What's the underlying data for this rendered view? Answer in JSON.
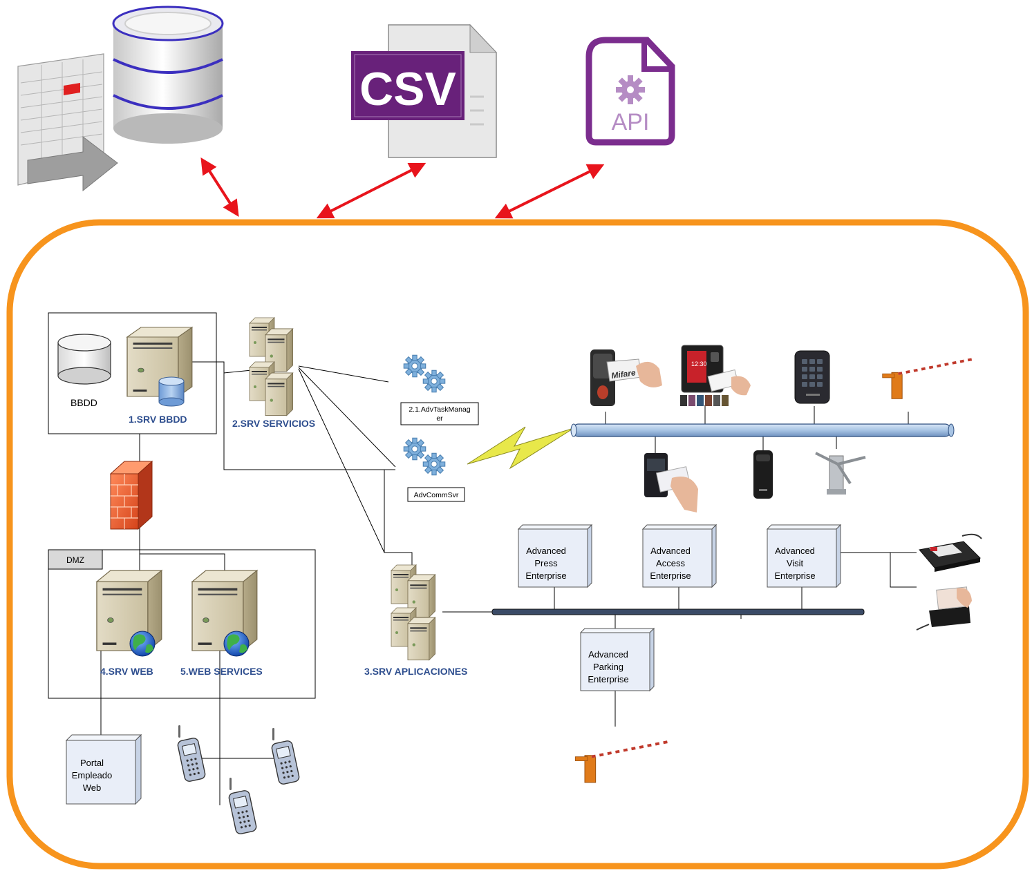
{
  "top_sources": {
    "csv_label": "CSV",
    "api_label": "API"
  },
  "colors": {
    "frame": "#f7941d",
    "arrows": "#e8141c",
    "server_blue_label": "#2f4f8f",
    "csv_purple": "#68217a",
    "api_purple": "#7b2d8e",
    "app_box_fill": "#e9eef8",
    "barrier_orange": "#e07b1a",
    "lightning_yellow": "#e8e84a"
  },
  "labels": {
    "bbdd": "BBDD",
    "srv_bbdd": "1.SRV BBDD",
    "srv_servicios": "2.SRV SERVICIOS",
    "task_manager": [
      "2.1.AdvTaskManag",
      "er"
    ],
    "comm_svr": "AdvCommSvr",
    "dmz": "DMZ",
    "srv_web": "4.SRV WEB",
    "web_services": "5.WEB SERVICES",
    "srv_aplicaciones": "3.SRV APLICACIONES",
    "portal": [
      "Portal",
      "Empleado",
      "Web"
    ],
    "mifare": "Mifare",
    "clock": "12:30"
  },
  "apps": [
    {
      "key": "press",
      "lines": [
        "Advanced",
        "Press",
        "Enterprise"
      ]
    },
    {
      "key": "access",
      "lines": [
        "Advanced",
        "Access",
        "Enterprise"
      ]
    },
    {
      "key": "visit",
      "lines": [
        "Advanced",
        "Visit",
        "Enterprise"
      ]
    },
    {
      "key": "parking",
      "lines": [
        "Advanced",
        "Parking",
        "Enterprise"
      ]
    }
  ],
  "icons": [
    "database-import-icon",
    "csv-file-icon",
    "api-file-icon",
    "server-icon",
    "gear-icon",
    "firewall-icon",
    "globe-icon",
    "mobile-phone-icon",
    "card-reader-icon",
    "keypad-reader-icon",
    "barrier-gate-icon",
    "turnstile-icon",
    "signature-pad-icon",
    "card-swipe-icon",
    "lightning-icon"
  ]
}
